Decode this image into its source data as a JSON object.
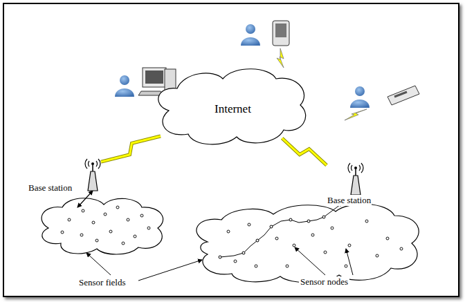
{
  "diagram": {
    "nodes": [
      {
        "text": [
          "Internet"
        ]
      },
      {
        "text": [
          "Base station"
        ]
      },
      {
        "text": [
          "Base station"
        ]
      }
    ],
    "edges": [
      {
        "from": 1,
        "to": 0,
        "arrow": "none"
      },
      {
        "from": 2,
        "to": 0,
        "arrow": "none"
      }
    ],
    "labels": [
      "Sensor fields",
      "Sensor nodes"
    ]
  }
}
